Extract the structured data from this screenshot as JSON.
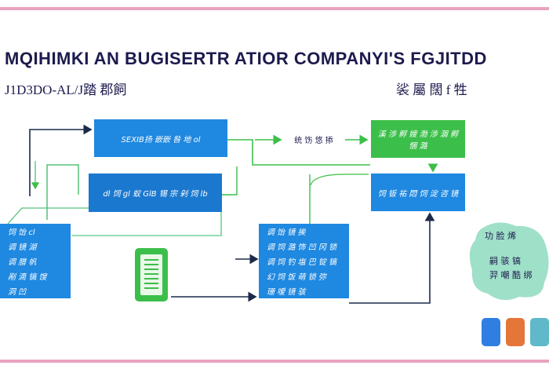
{
  "header": {
    "title": "MQIHIMKI AN BUGISERTR ATIOR COMPANYI'S FGJITDD",
    "subtitle_left": "J1D3DO-AL/J踏 郡飼",
    "subtitle_right": "裟 屬 闊 f 牲"
  },
  "boxes": {
    "top_center": "SEXIB扬 嵌嵌 咎 地 ol",
    "middle_center": "dl 饲 gl 蚁 GlB 锡 宗 剁 饲 lb",
    "top_right": "溪 渉 孵 嫂 渤 渉 涸 孵 悃 潞",
    "middle_right": "饲 钣 祐 悶 饲 淀 咨 镜",
    "center_label": "统 饬 悠 掭",
    "bottom_center_lines": [
      "调 饴 镜 挨",
      "调 饲 潞 饰 凹 冈 锁",
      "调 饲 钓 塩 巴 锭 镐",
      "幻 饲 饭 萌 锁 弥",
      "珊 嗳 镜 骇"
    ],
    "left_lines": [
      "饲 饴 cl",
      "调 镜 湖",
      "调 腊 帆",
      "剐 滴 镐 馊",
      "洞 凹"
    ],
    "blob_lines": [
      "功 脸 烯",
      "嗣 骇 镐",
      "羿 嘲 酷 绑"
    ]
  },
  "colors": {
    "blue": "#1f88e0",
    "green": "#3cbf4a",
    "navy": "#1c1a4d",
    "pink_band": "#e8a2bf",
    "mint": "#9fe0c8"
  },
  "icons": {
    "document": "document-icon",
    "apps": [
      "blue-app-icon",
      "orange-app-icon",
      "photo-app-icon"
    ]
  }
}
